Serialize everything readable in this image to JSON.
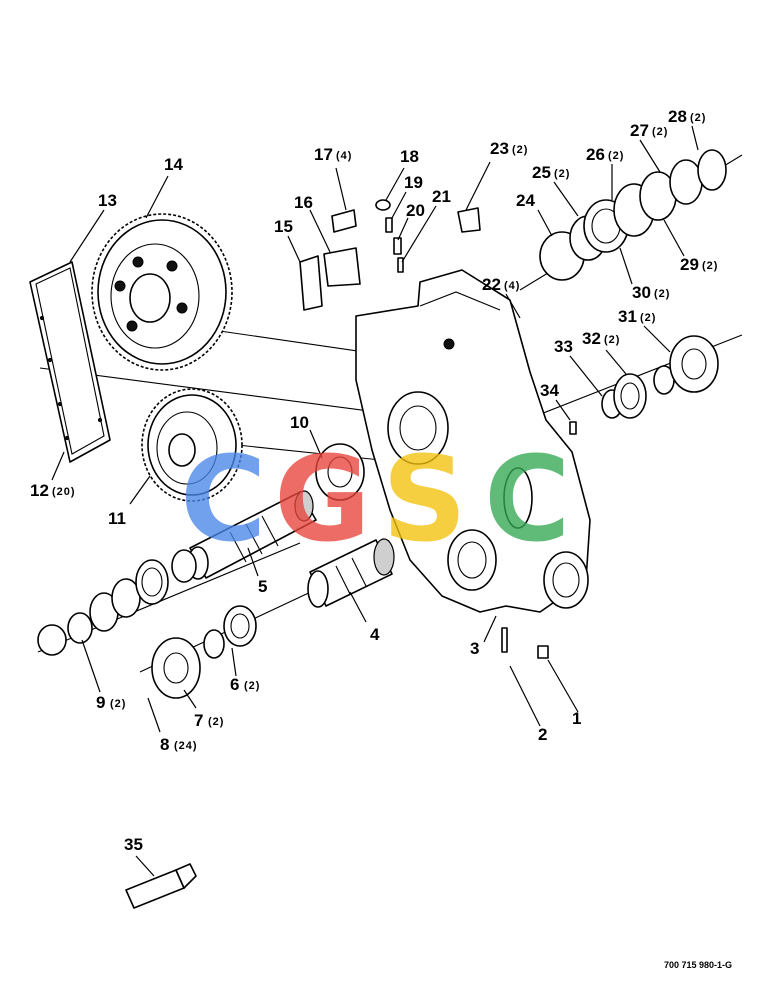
{
  "callouts": [
    {
      "id": "1",
      "num": "1",
      "qty": ""
    },
    {
      "id": "2",
      "num": "2",
      "qty": ""
    },
    {
      "id": "3",
      "num": "3",
      "qty": ""
    },
    {
      "id": "4",
      "num": "4",
      "qty": ""
    },
    {
      "id": "5",
      "num": "5",
      "qty": ""
    },
    {
      "id": "6",
      "num": "6",
      "qty": "(2)"
    },
    {
      "id": "7",
      "num": "7",
      "qty": "(2)"
    },
    {
      "id": "8",
      "num": "8",
      "qty": "(24)"
    },
    {
      "id": "9",
      "num": "9",
      "qty": "(2)"
    },
    {
      "id": "10",
      "num": "10",
      "qty": ""
    },
    {
      "id": "11",
      "num": "11",
      "qty": ""
    },
    {
      "id": "12",
      "num": "12",
      "qty": "(20)"
    },
    {
      "id": "13",
      "num": "13",
      "qty": ""
    },
    {
      "id": "14",
      "num": "14",
      "qty": ""
    },
    {
      "id": "15",
      "num": "15",
      "qty": ""
    },
    {
      "id": "16",
      "num": "16",
      "qty": ""
    },
    {
      "id": "17",
      "num": "17",
      "qty": "(4)"
    },
    {
      "id": "18",
      "num": "18",
      "qty": ""
    },
    {
      "id": "19",
      "num": "19",
      "qty": ""
    },
    {
      "id": "20",
      "num": "20",
      "qty": ""
    },
    {
      "id": "21",
      "num": "21",
      "qty": ""
    },
    {
      "id": "22",
      "num": "22",
      "qty": "(4)"
    },
    {
      "id": "23",
      "num": "23",
      "qty": "(2)"
    },
    {
      "id": "24",
      "num": "24",
      "qty": ""
    },
    {
      "id": "25",
      "num": "25",
      "qty": "(2)"
    },
    {
      "id": "26",
      "num": "26",
      "qty": "(2)"
    },
    {
      "id": "27",
      "num": "27",
      "qty": "(2)"
    },
    {
      "id": "28",
      "num": "28",
      "qty": "(2)"
    },
    {
      "id": "29",
      "num": "29",
      "qty": "(2)"
    },
    {
      "id": "30",
      "num": "30",
      "qty": "(2)"
    },
    {
      "id": "31",
      "num": "31",
      "qty": "(2)"
    },
    {
      "id": "32",
      "num": "32",
      "qty": "(2)"
    },
    {
      "id": "33",
      "num": "33",
      "qty": ""
    },
    {
      "id": "34",
      "num": "34",
      "qty": ""
    },
    {
      "id": "35",
      "num": "35",
      "qty": ""
    }
  ],
  "watermark": {
    "letters": [
      "C",
      "G",
      "S",
      "C"
    ],
    "colors": [
      "#4a86e8",
      "#e8453c",
      "#f4c20d",
      "#34a853"
    ]
  },
  "document_number": "700 715 980-1-G"
}
